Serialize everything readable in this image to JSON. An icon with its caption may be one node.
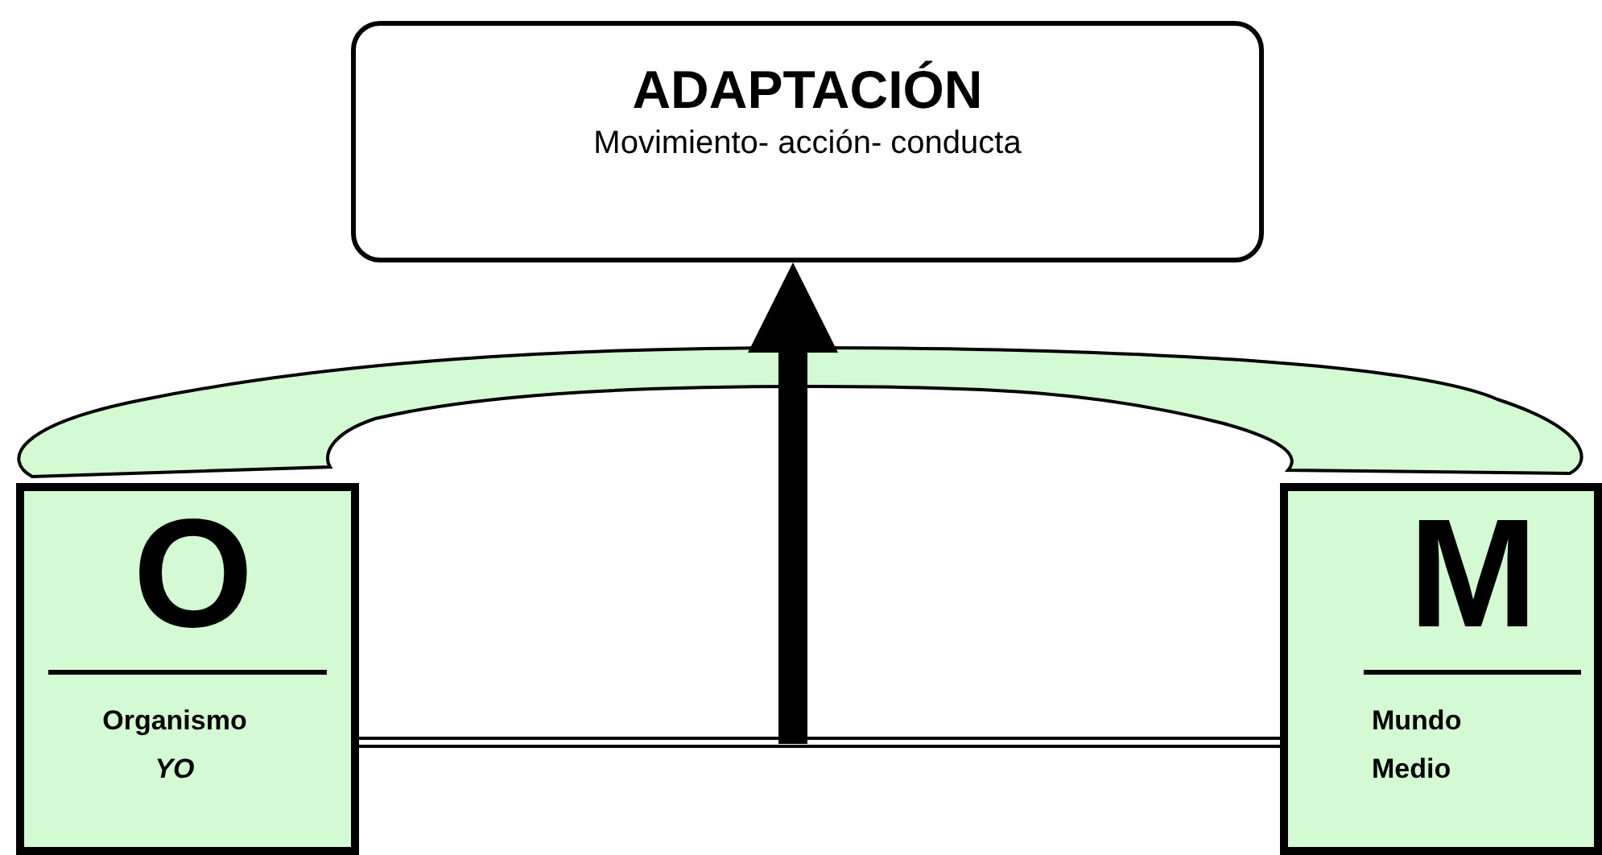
{
  "diagram": {
    "nodes": [
      {
        "text": [
          "ADAPTACIÓN",
          "Movimiento- acción- conducta"
        ]
      },
      {
        "text": [
          "O",
          "Organismo *YO*"
        ]
      },
      {
        "text": [
          "M",
          "Mundo Medio"
        ]
      }
    ],
    "edges": [
      {
        "from": 1,
        "to": 2,
        "arrow": "none",
        "style": "thick",
        "color": "#d4fad4"
      },
      {
        "from": 1,
        "to": 2,
        "arrow": "none"
      },
      {
        "from": null,
        "to": 0,
        "arrow": "to",
        "style": "thick"
      }
    ]
  }
}
